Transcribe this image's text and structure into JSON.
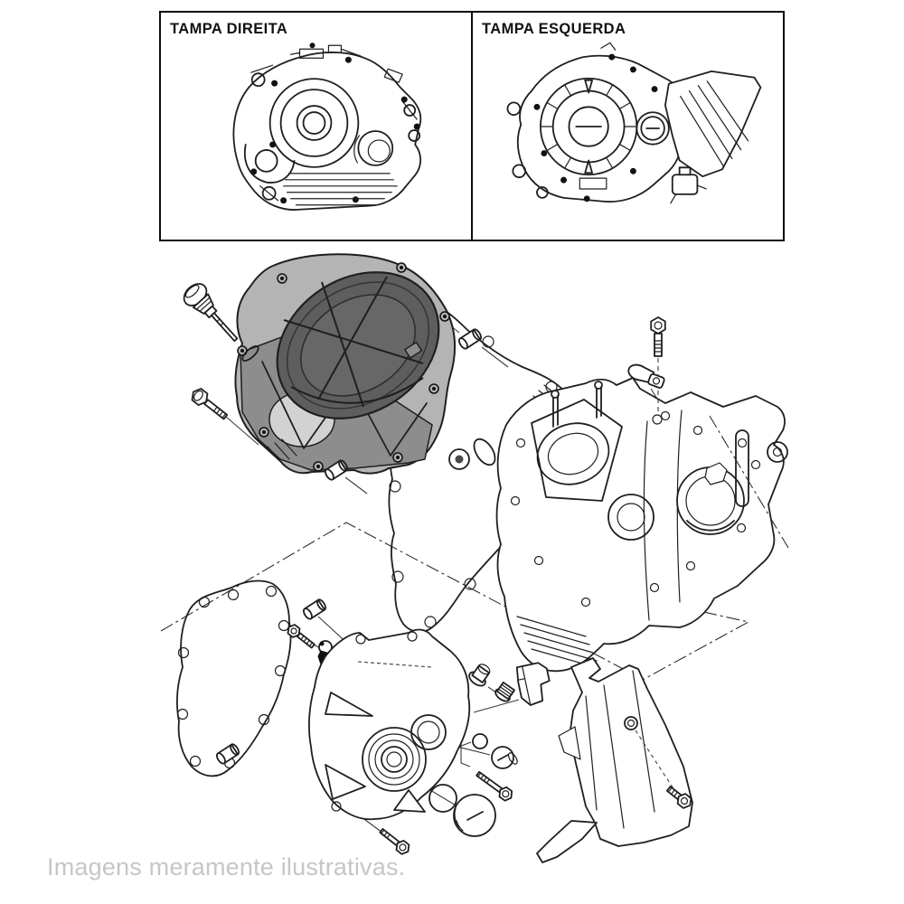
{
  "header": {
    "right_cover_panel": {
      "label": "TAMPA DIREITA"
    },
    "left_cover_panel": {
      "label": "TAMPA ESQUERDA"
    }
  },
  "footer": {
    "disclaimer": "Imagens meramente ilustrativas."
  },
  "colors": {
    "background": "#ffffff",
    "line": "#1f1f1f",
    "box_border": "#0d0d0d",
    "cover_shade_light": "#b4b4b4",
    "cover_shade_mid": "#8d8d8d",
    "cover_shade_dark": "#5e5e5e",
    "cover_patch": "#d2d2d2",
    "footer_text": "#c6c6c6"
  },
  "diagram": {
    "type": "exploded-parts-diagram",
    "subject": "motorcycle engine crankcase side covers",
    "parts": [
      "oil-dipstick",
      "o-ring",
      "flange-bolt",
      "right-crankcase-cover",
      "dowel-pin",
      "clutch-cover-gasket",
      "oil-seal",
      "crankcase-assembly",
      "socket-bolt",
      "cable-clamp",
      "left-cover-gasket",
      "socket-screw",
      "neutral-switch-contact",
      "generator-cover",
      "sealing-plug",
      "rubber-grommet",
      "o-ring-small",
      "timing-hole-cap",
      "flange-bolt-long",
      "o-ring-large",
      "crankshaft-hole-cap",
      "sprocket-cover",
      "cover-bolt"
    ]
  }
}
